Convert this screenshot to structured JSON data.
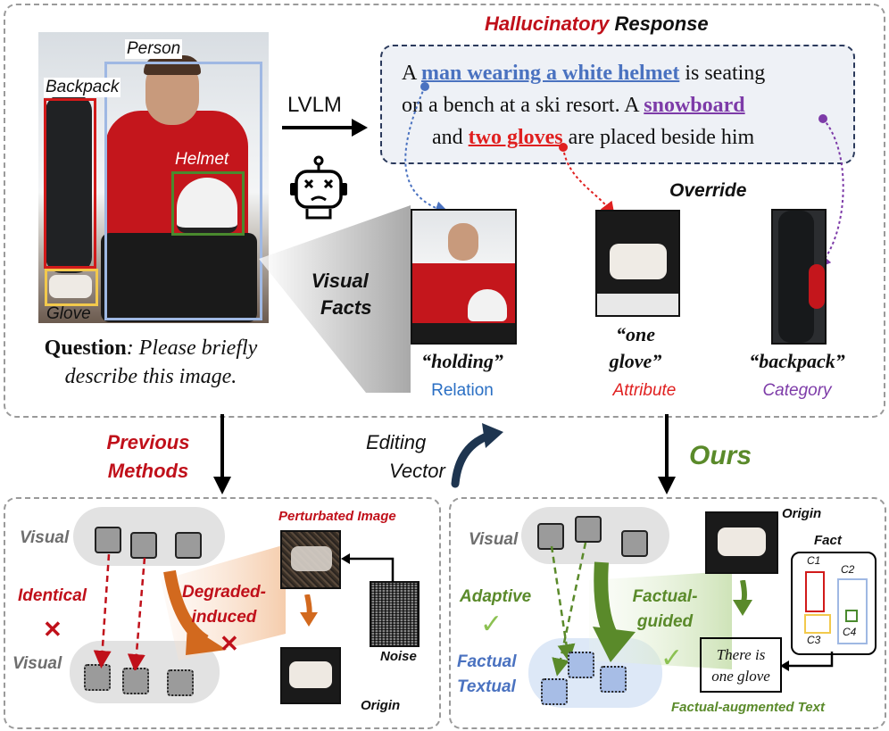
{
  "top": {
    "title_part1": "Hallucinatory",
    "title_part2": "Response",
    "boxes": {
      "backpack": "Backpack",
      "person": "Person",
      "helmet": "Helmet",
      "glove": "Glove"
    },
    "lvlm": "LVLM",
    "response": {
      "w1": "A",
      "relation_phrase": "man wearing a white helmet",
      "w2": "is seating",
      "line2a": "on a bench at a ski resort. A",
      "category_word": "snowboard",
      "line3a": "and",
      "attribute_phrase": "two gloves",
      "line3b": "are placed beside him"
    },
    "override": "Override",
    "visual_facts": [
      "Visual",
      "Facts"
    ],
    "question_label": "Question",
    "question_line1": ": Please briefly",
    "question_line2": "describe this image.",
    "facts": [
      {
        "quote": "“holding”",
        "type": "Relation",
        "color": "#2a6fc4"
      },
      {
        "quote_line1": "“one",
        "quote_line2": "glove”",
        "type": "Attribute",
        "color": "#e02020"
      },
      {
        "quote": "“backpack”",
        "type": "Category",
        "color": "#7d3ba8"
      }
    ]
  },
  "middle": {
    "previous": [
      "Previous",
      "Methods"
    ],
    "editing": [
      "Editing",
      "Vector"
    ],
    "ours": "Ours"
  },
  "left_panel": {
    "visual_top": "Visual",
    "visual_bottom": "Visual",
    "identical": "Identical",
    "degraded": [
      "Degraded-",
      "induced"
    ],
    "perturbated": "Perturbated Image",
    "noise": "Noise",
    "origin": "Origin",
    "cross": "✕"
  },
  "right_panel": {
    "visual": "Visual",
    "adaptive": "Adaptive",
    "factual_textual": [
      "Factual",
      "Textual"
    ],
    "factual_guided": [
      "Factual-",
      "guided"
    ],
    "origin": "Origin",
    "fact": "Fact",
    "c_labels": [
      "C1",
      "C2",
      "C3",
      "C4"
    ],
    "text_box": [
      "There is",
      "one glove"
    ],
    "augmented": "Factual-augmented Text",
    "check": "✓"
  },
  "colors": {
    "red": "#c0101a",
    "green": "#5a8a2a",
    "blue": "#4a72c0",
    "purple": "#7d3ba8",
    "orange": "#d2691e"
  }
}
